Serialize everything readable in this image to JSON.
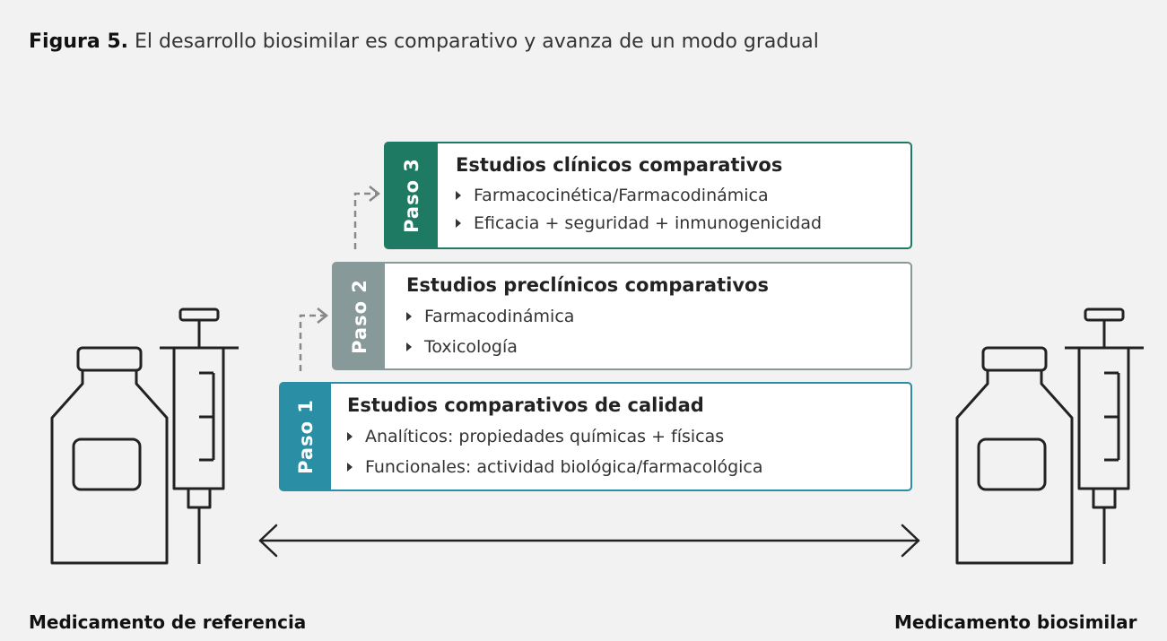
{
  "figure": {
    "label": "Figura 5.",
    "title": "El desarrollo biosimilar es comparativo y avanza de un modo gradual"
  },
  "steps": [
    {
      "tab": "Paso 1",
      "heading": "Estudios comparativos de calidad",
      "items": [
        "Analíticos: propiedades químicas + físicas",
        "Funcionales: actividad biológica/farmacológica"
      ],
      "color": "#2a8fa4"
    },
    {
      "tab": "Paso 2",
      "heading": "Estudios preclínicos comparativos",
      "items": [
        "Farmacodinámica",
        "Toxicología"
      ],
      "color": "#879999"
    },
    {
      "tab": "Paso 3",
      "heading": "Estudios clínicos comparativos",
      "items": [
        "Farmacocinética/Farmacodinámica",
        "Eficacia + seguridad + inmunogenicidad"
      ],
      "color": "#1f7a63"
    }
  ],
  "products": {
    "reference": "Medicamento de referencia",
    "biosimilar": "Medicamento biosimilar"
  },
  "icons": [
    "vial-icon",
    "syringe-icon",
    "double-arrow-icon",
    "dashed-step-arrow-icon"
  ]
}
